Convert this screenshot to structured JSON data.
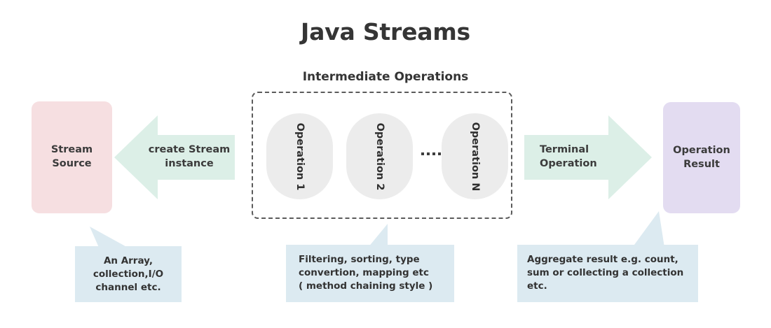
{
  "diagram": {
    "title": "Java Streams",
    "subtitle": "Intermediate Operations"
  },
  "source": {
    "label": "Stream\nSource",
    "label_line1": "Stream",
    "label_line2": "Source",
    "color": "#f6dfe1"
  },
  "result": {
    "label_line1": "Operation",
    "label_line2": "Result",
    "color": "#e3dcf1"
  },
  "arrows": {
    "create": {
      "label_line1": "create Stream",
      "label_line2": "instance",
      "direction": "left",
      "color": "#dcefe7"
    },
    "terminal": {
      "label_line1": "Terminal",
      "label_line2": "Operation",
      "direction": "right",
      "color": "#dcefe7"
    }
  },
  "operations": {
    "container_style": "dashed",
    "pill_color": "#ececec",
    "separator": "........",
    "items": [
      {
        "label": "Operation 1"
      },
      {
        "label": "Operation 2"
      },
      {
        "label": "Operation N"
      }
    ]
  },
  "callouts": {
    "color": "#dceaf1",
    "source": {
      "line1": "An Array,",
      "line2": "collection,I/O",
      "line3": "channel etc."
    },
    "operations": {
      "line1": "Filtering, sorting, type",
      "line2": "convertion, mapping etc",
      "line3": "( method chaining style )"
    },
    "terminal": {
      "line1": "Aggregate result e.g. count,",
      "line2": "sum or collecting a collection",
      "line3": "etc."
    }
  }
}
